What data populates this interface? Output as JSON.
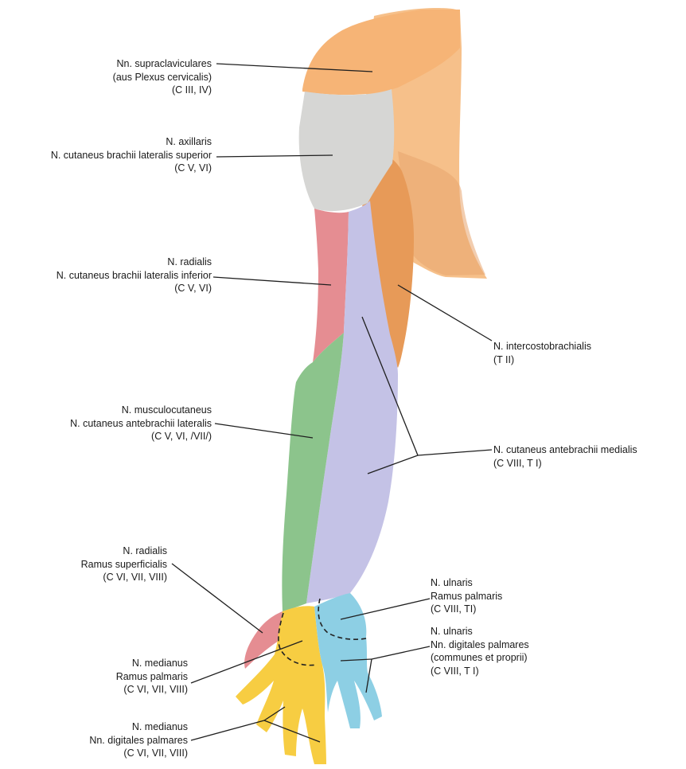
{
  "colors": {
    "skin": "#f6c08a",
    "skin_shadow": "#e8a46e",
    "supraclavicular": "#f6b476",
    "axillary": "#d6d6d4",
    "intercostobrachial": "#e79a58",
    "radial_red": "#e58d92",
    "medial_lavender": "#c4c2e6",
    "musculocutaneous_green": "#8cc48c",
    "median_yellow": "#f7cd42",
    "ulnar_blue": "#8dcfe4",
    "leader_line": "#1f1f1f",
    "text": "#1a1a1a"
  },
  "labels": {
    "supraclaviculares": [
      "Nn. supraclaviculares",
      "(aus Plexus cervicalis)",
      "(C III, IV)"
    ],
    "axillaris": [
      "N. axillaris",
      "N. cutaneus brachii  lateralis superior",
      "(C V, VI)"
    ],
    "radialis_brachii": [
      "N. radialis",
      "N. cutaneus brachii  lateralis inferior",
      "(C V, VI)"
    ],
    "musculocutaneus": [
      "N. musculocutaneus",
      "N. cutaneus antebrachii lateralis",
      "(C V, VI, /VII/)"
    ],
    "radialis_superficialis": [
      "N. radialis",
      "Ramus superficialis",
      "(C VI, VII, VIII)"
    ],
    "medianus_palmaris": [
      "N. medianus",
      "Ramus palmaris",
      "(C VI, VII, VIII)"
    ],
    "medianus_digitales": [
      "N. medianus",
      "Nn. digitales palmares",
      "(C VI, VII, VIII)"
    ],
    "intercostobrachialis": [
      "N. intercostobrachialis",
      "(T II)"
    ],
    "cutaneus_antebrachii_medialis": [
      "N. cutaneus antebrachii medialis",
      "(C VIII, T I)"
    ],
    "ulnaris_palmaris": [
      "N. ulnaris",
      "Ramus palmaris",
      "(C VIII, TI)"
    ],
    "ulnaris_digitales": [
      "N. ulnaris",
      "Nn. digitales palmares",
      "(communes et proprii)",
      "(C VIII, T I)"
    ]
  }
}
